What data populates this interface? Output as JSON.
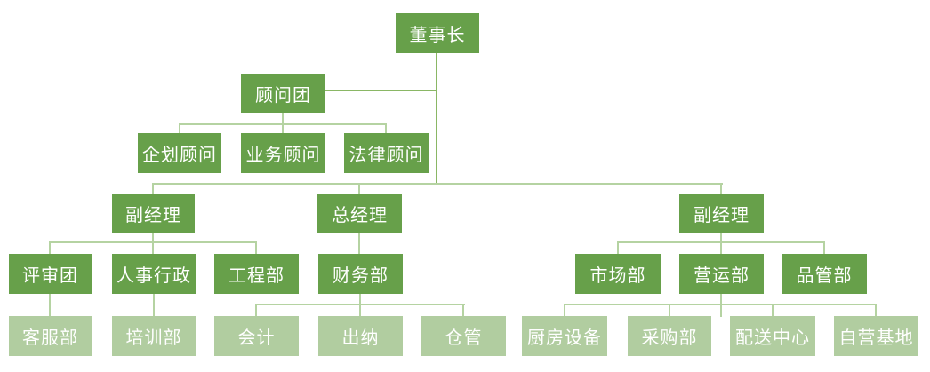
{
  "colors": {
    "box-dark": "#67a04a",
    "box-light": "#b1cda0",
    "line": "#b5d3a2",
    "trunk": "#8ab765",
    "text": "#ffffff",
    "background": "#ffffff"
  },
  "nodes": {
    "chairman": {
      "label": "董事长"
    },
    "advisory_group": {
      "label": "顾问团"
    },
    "planning_advisor": {
      "label": "企划顾问"
    },
    "business_advisor": {
      "label": "业务顾问"
    },
    "legal_advisor": {
      "label": "法律顾问"
    },
    "deputy_manager_left": {
      "label": "副经理"
    },
    "general_manager": {
      "label": "总经理"
    },
    "deputy_manager_right": {
      "label": "副经理"
    },
    "review_board": {
      "label": "评审团"
    },
    "hr_admin": {
      "label": "人事行政"
    },
    "engineering_dept": {
      "label": "工程部"
    },
    "finance_dept": {
      "label": "财务部"
    },
    "marketing_dept": {
      "label": "市场部"
    },
    "operations_dept": {
      "label": "营运部"
    },
    "quality_dept": {
      "label": "品管部"
    },
    "customer_service_dept": {
      "label": "客服部"
    },
    "training_dept": {
      "label": "培训部"
    },
    "accounting": {
      "label": "会计"
    },
    "cashier": {
      "label": "出纳"
    },
    "warehouse": {
      "label": "仓管"
    },
    "kitchen_equipment": {
      "label": "厨房设备"
    },
    "procurement_dept": {
      "label": "采购部"
    },
    "distribution_center": {
      "label": "配送中心"
    },
    "own_base": {
      "label": "自营基地"
    }
  },
  "edges": [
    {
      "from": "chairman",
      "to": "advisory_group"
    },
    {
      "from": "advisory_group",
      "to": "planning_advisor"
    },
    {
      "from": "advisory_group",
      "to": "business_advisor"
    },
    {
      "from": "advisory_group",
      "to": "legal_advisor"
    },
    {
      "from": "chairman",
      "to": "deputy_manager_left"
    },
    {
      "from": "chairman",
      "to": "general_manager"
    },
    {
      "from": "chairman",
      "to": "deputy_manager_right"
    },
    {
      "from": "deputy_manager_left",
      "to": "review_board"
    },
    {
      "from": "deputy_manager_left",
      "to": "hr_admin"
    },
    {
      "from": "deputy_manager_left",
      "to": "engineering_dept"
    },
    {
      "from": "general_manager",
      "to": "finance_dept"
    },
    {
      "from": "finance_dept",
      "to": "accounting"
    },
    {
      "from": "finance_dept",
      "to": "cashier"
    },
    {
      "from": "finance_dept",
      "to": "warehouse"
    },
    {
      "from": "review_board",
      "to": "customer_service_dept"
    },
    {
      "from": "hr_admin",
      "to": "training_dept"
    },
    {
      "from": "deputy_manager_right",
      "to": "marketing_dept"
    },
    {
      "from": "deputy_manager_right",
      "to": "operations_dept"
    },
    {
      "from": "deputy_manager_right",
      "to": "quality_dept"
    },
    {
      "from": "operations_dept",
      "to": "kitchen_equipment"
    },
    {
      "from": "operations_dept",
      "to": "procurement_dept"
    },
    {
      "from": "operations_dept",
      "to": "distribution_center"
    },
    {
      "from": "operations_dept",
      "to": "own_base"
    }
  ]
}
